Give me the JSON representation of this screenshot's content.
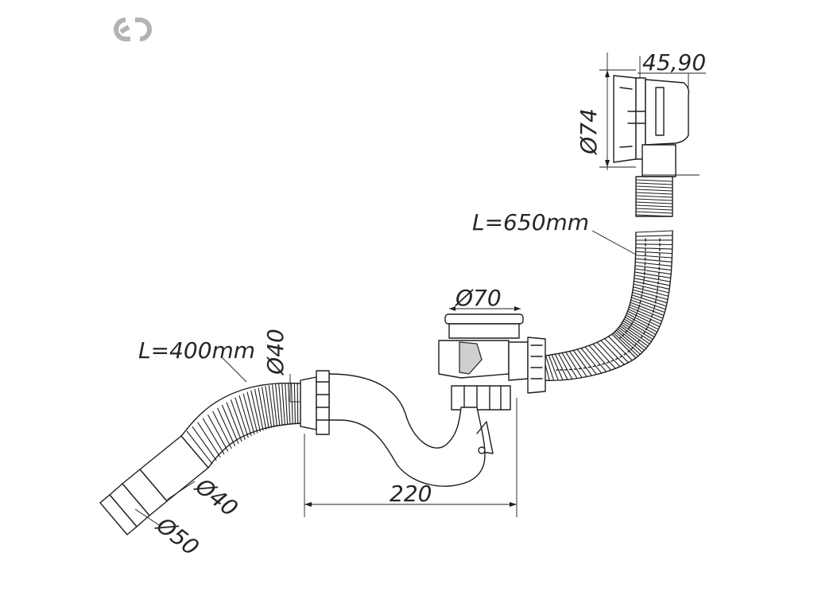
{
  "logo": {
    "name": "chain-link-logo",
    "color": "#b3b3b3"
  },
  "dimensions": {
    "d74": "Ø74",
    "w4590": "45,90",
    "l650": "L=650mm",
    "d70": "Ø70",
    "l400": "L=400mm",
    "d40_top": "Ø40",
    "d40_bottom": "Ø40",
    "d50": "Ø50",
    "w220": "220"
  },
  "colors": {
    "line": "#1e1e1e",
    "text": "#262626",
    "shade": "#cfcfcf"
  }
}
